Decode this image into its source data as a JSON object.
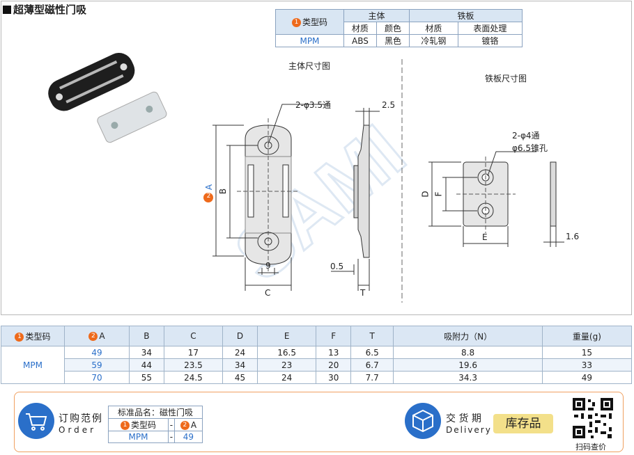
{
  "title": "超薄型磁性门吸",
  "spec_table": {
    "type_code_label": "类型码",
    "groups": [
      "主体",
      "铁板"
    ],
    "sub_headers": [
      "材质",
      "颜色",
      "材质",
      "表面处理"
    ],
    "row": {
      "code": "MPM",
      "cells": [
        "ABS",
        "黑色",
        "冷轧钢",
        "镀铬"
      ]
    }
  },
  "drawing": {
    "main_body_title": "主体尺寸图",
    "iron_plate_title": "铁板尺寸图",
    "hole_main": "2-φ3.5通",
    "hole_plate_1": "2-φ4通",
    "hole_plate_2": "φ6.5锥孔",
    "dim_25": "2.5",
    "dim_05": "0.5",
    "dim_9": "9",
    "dim_16": "1.6",
    "dim_A": "A",
    "dim_B": "B",
    "dim_C": "C",
    "dim_D": "D",
    "dim_E": "E",
    "dim_F": "F",
    "dim_T": "T",
    "num1": "1",
    "num2": "2"
  },
  "dim_table": {
    "headers": [
      "类型码",
      "A",
      "B",
      "C",
      "D",
      "E",
      "F",
      "T",
      "吸附力（N）",
      "重量(g)"
    ],
    "code": "MPM",
    "rows": [
      [
        "49",
        "34",
        "17",
        "24",
        "16.5",
        "13",
        "6.5",
        "8.8",
        "15"
      ],
      [
        "59",
        "44",
        "23.5",
        "34",
        "23",
        "20",
        "6.7",
        "19.6",
        "33"
      ],
      [
        "70",
        "55",
        "24.5",
        "45",
        "24",
        "30",
        "7.7",
        "34.3",
        "49"
      ]
    ]
  },
  "order": {
    "title_cn": "订购范例",
    "title_en": "Order",
    "std_name_label": "标准品名：磁性门吸",
    "type_code_label": "类型码",
    "dash": "-",
    "a_label": "A",
    "code": "MPM",
    "value": "49",
    "delivery_cn": "交 货 期",
    "delivery_en": "Delivery",
    "stock": "库存品",
    "qr_label": "扫码查价"
  },
  "colors": {
    "accent_blue": "#2a6fc9",
    "orange": "#ee6a1b",
    "header_bg": "#d9e6f3",
    "stock_bg": "#f3e08a"
  }
}
